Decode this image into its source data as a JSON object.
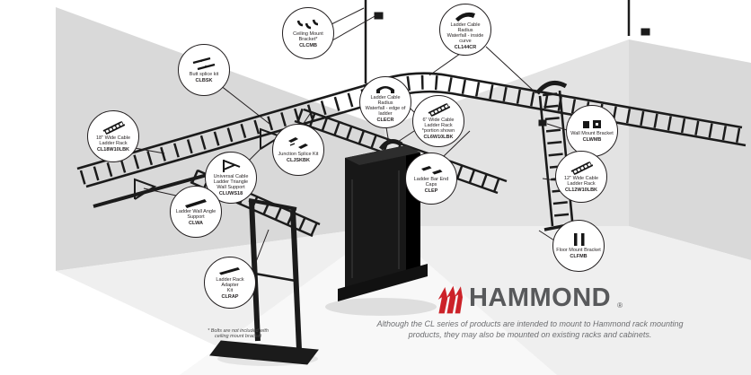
{
  "colors": {
    "wall_left": "#d9d9d9",
    "wall_back": "#e3e3e3",
    "wall_right": "#d9d9d9",
    "floor": "#efefef",
    "structure": "#1b1b1b",
    "circle_border": "#231f20",
    "logo_red": "#cc2229",
    "brand_text": "#58595b"
  },
  "brand": {
    "name": "HAMMOND",
    "registered": "®",
    "caption": "Although the CL series of products are intended to mount to Hammond rack mounting\nproducts, they may also be mounted on existing racks and cabinets."
  },
  "footnote": "* Bolts are not included with\nceiling mount bracket",
  "callouts": [
    {
      "id": "butt-splice-kit",
      "icon": "splice-icon",
      "label": "Butt splice kit",
      "code": "CLBSK"
    },
    {
      "id": "ceiling-mount-bracket",
      "icon": "ceiling-bracket-icon",
      "label": "Ceiling Mount\nBracket*",
      "code": "CLCMB"
    },
    {
      "id": "radius-waterfall-inside",
      "icon": "radius-curve-icon",
      "label": "Ladder Cable Radius\nWaterfall - inside curve",
      "code": "CL144CR"
    },
    {
      "id": "ladder-rack-18in",
      "icon": "ladder-icon",
      "label": "18\" Wide Cable\nLadder Rack",
      "code": "CL18W10LBK"
    },
    {
      "id": "radius-waterfall-edge",
      "icon": "arch-icon",
      "label": "Ladder Cable Radius\nWaterfall - edge of\nladder",
      "code": "CLECR"
    },
    {
      "id": "junction-splice-kit",
      "icon": "junction-icon",
      "label": "Junction Splice Kit",
      "code": "CLJSKBK"
    },
    {
      "id": "ladder-rack-6in",
      "icon": "ladder-icon",
      "label": "6\" Wide Cable\nLadder Rack\n*portion shown",
      "code": "CL6W10LBK"
    },
    {
      "id": "universal-wall-support",
      "icon": "triangle-bracket-icon",
      "label": "Universal Cable\nLadder Triangle\nWall Support",
      "code": "CLUWS18"
    },
    {
      "id": "ladder-end-caps",
      "icon": "endcaps-icon",
      "label": "Ladder Bar End\nCaps",
      "code": "CLEP"
    },
    {
      "id": "ladder-wall-angle-support",
      "icon": "bar-icon",
      "label": "Ladder Wall Angle\nSupport",
      "code": "CLWA"
    },
    {
      "id": "wall-mount-bracket",
      "icon": "wall-bracket-icon",
      "label": "Wall Mount Bracket",
      "code": "CLWMB"
    },
    {
      "id": "ladder-rack-12in",
      "icon": "ladder-icon",
      "label": "12\" Wide Cable\nLadder Rack",
      "code": "CL12W10LBK"
    },
    {
      "id": "floor-mount-bracket",
      "icon": "posts-icon",
      "label": "Floor Mount Bracket",
      "code": "CLFMB"
    },
    {
      "id": "ladder-rack-adapter-kit",
      "icon": "adapter-icon",
      "label": "Ladder Rack Adapter\nKit",
      "code": "CLRAP"
    }
  ]
}
